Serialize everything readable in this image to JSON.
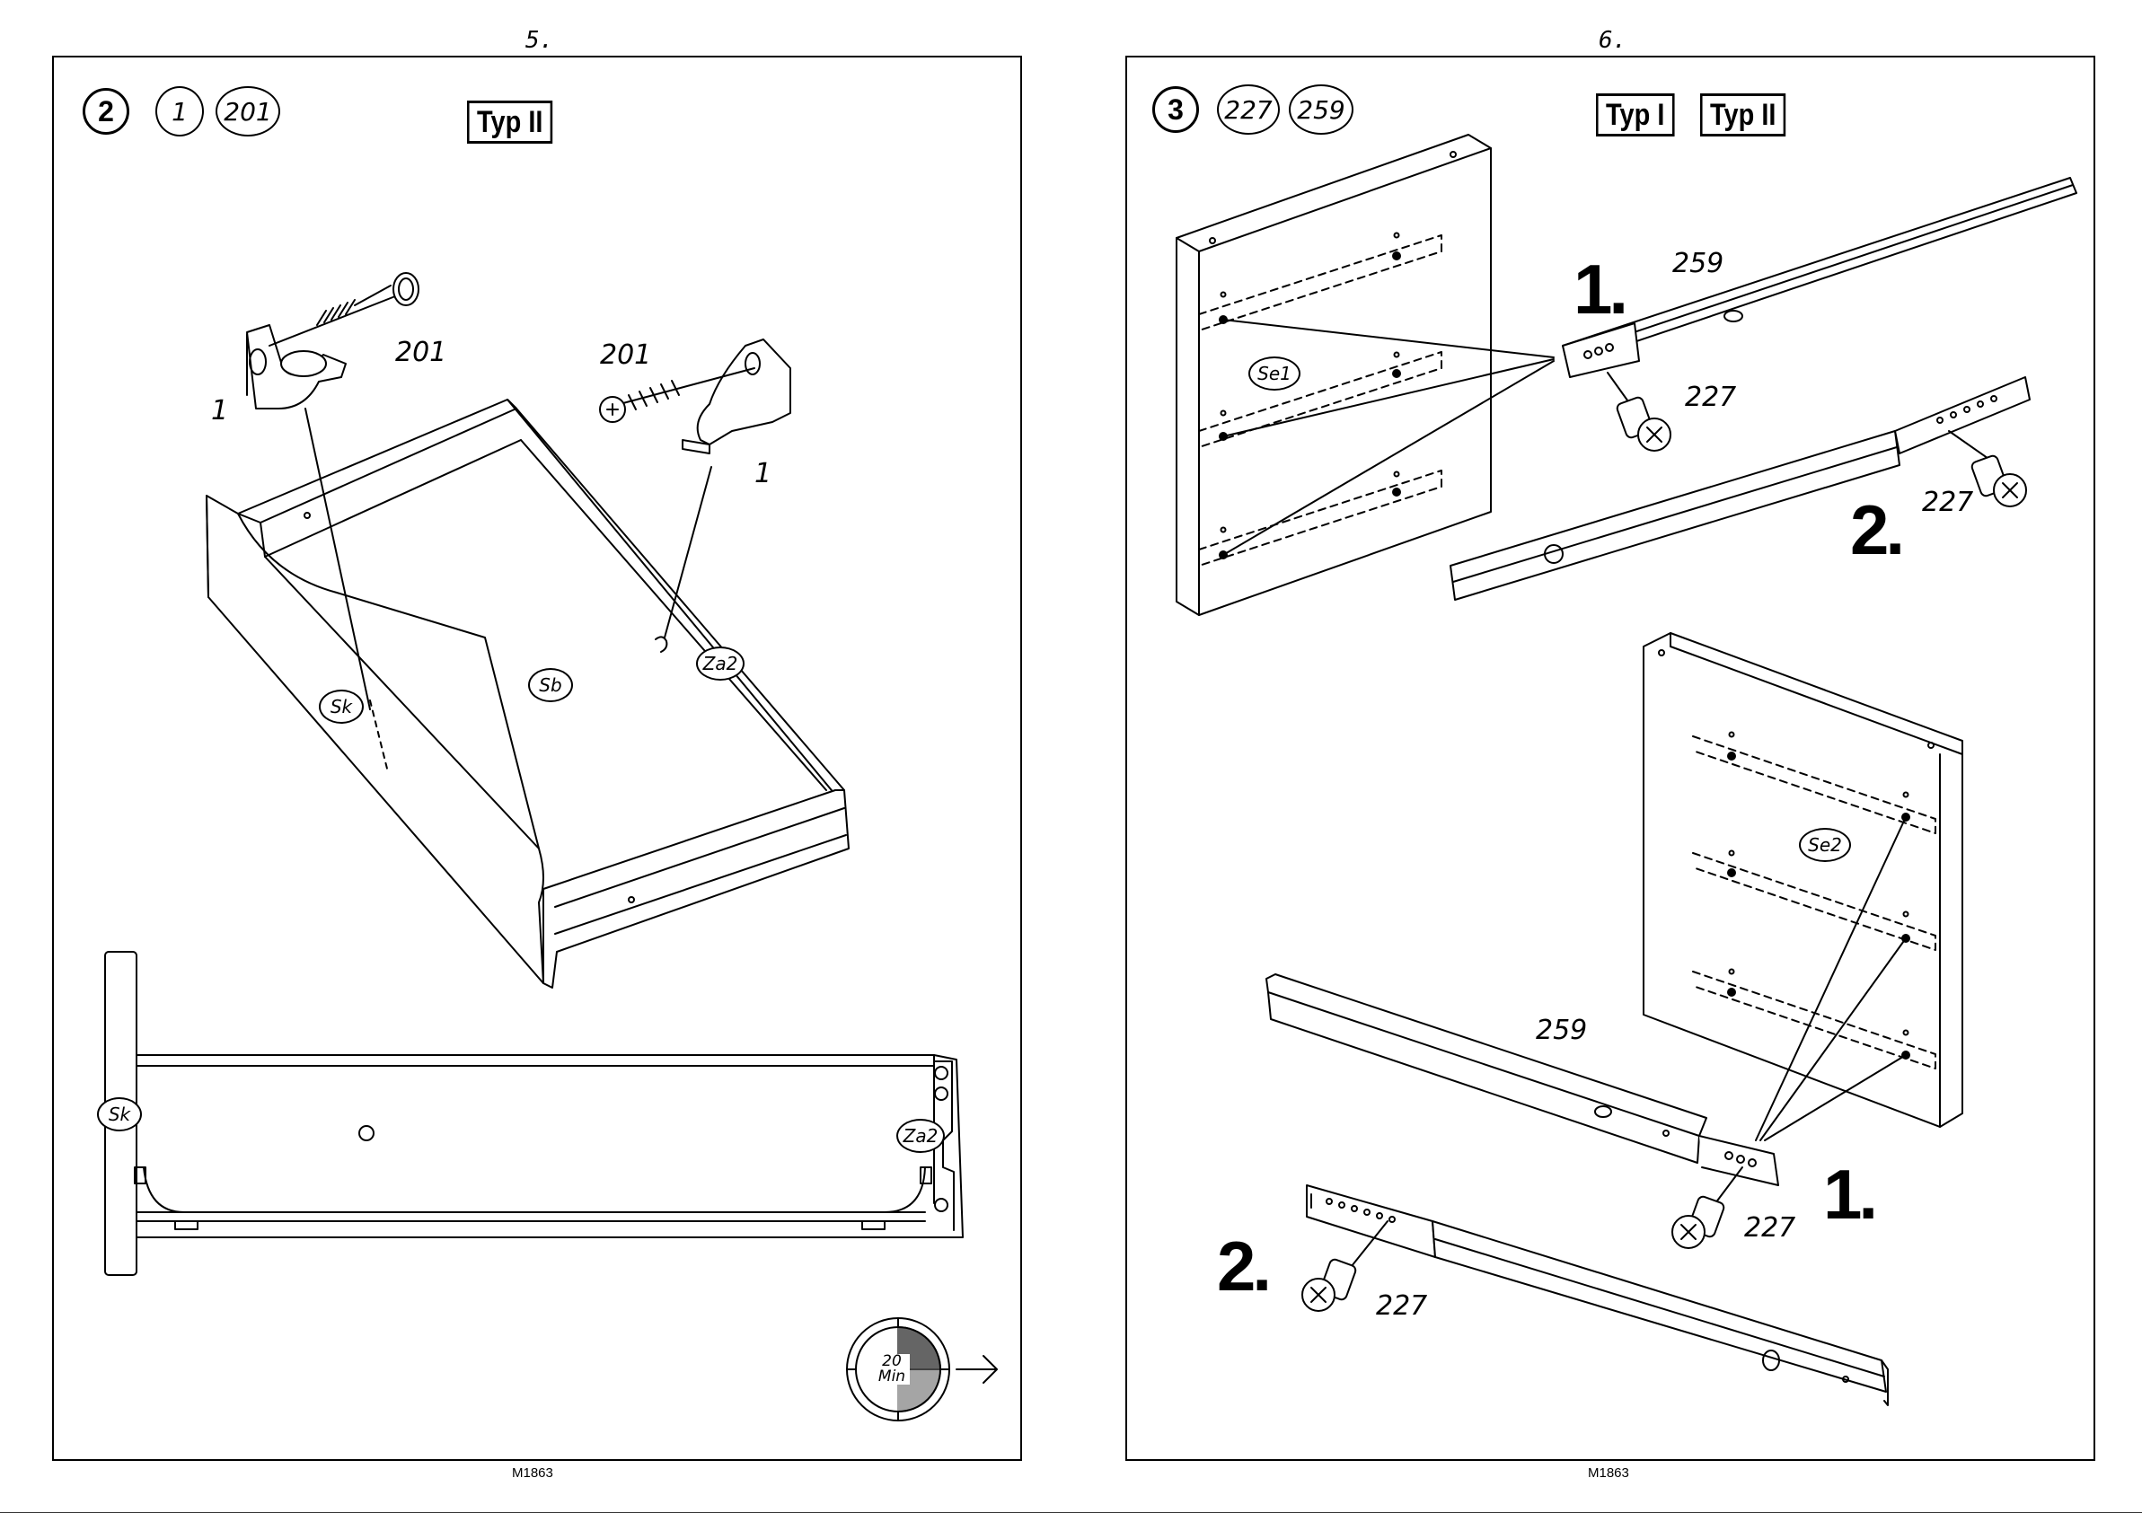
{
  "pages": [
    {
      "page_number": "5.",
      "step": "2",
      "parts": [
        "1",
        "201"
      ],
      "types": [
        "Typ II"
      ],
      "callouts": {
        "screw_left": "201",
        "part_left": "1",
        "screw_right": "201",
        "part_right": "1"
      },
      "tags": {
        "sk": "Sk",
        "sb": "Sb",
        "za2": "Za2",
        "sk_detail": "Sk",
        "za2_detail": "Za2"
      },
      "timer": {
        "value": "20",
        "unit": "Min",
        "icon": "clock-timer-icon"
      },
      "footer": "M1863"
    },
    {
      "page_number": "6.",
      "step": "3",
      "parts": [
        "227",
        "259"
      ],
      "types": [
        "Typ I",
        "Typ II"
      ],
      "top": {
        "order1": "1.",
        "order2": "2.",
        "rail": "259",
        "screw1": "227",
        "screw2": "227",
        "panel_tag": "Se1"
      },
      "bottom": {
        "order1": "1.",
        "order2": "2.",
        "rail": "259",
        "screw1": "227",
        "screw2": "227",
        "panel_tag": "Se2"
      },
      "footer": "M1863"
    }
  ]
}
